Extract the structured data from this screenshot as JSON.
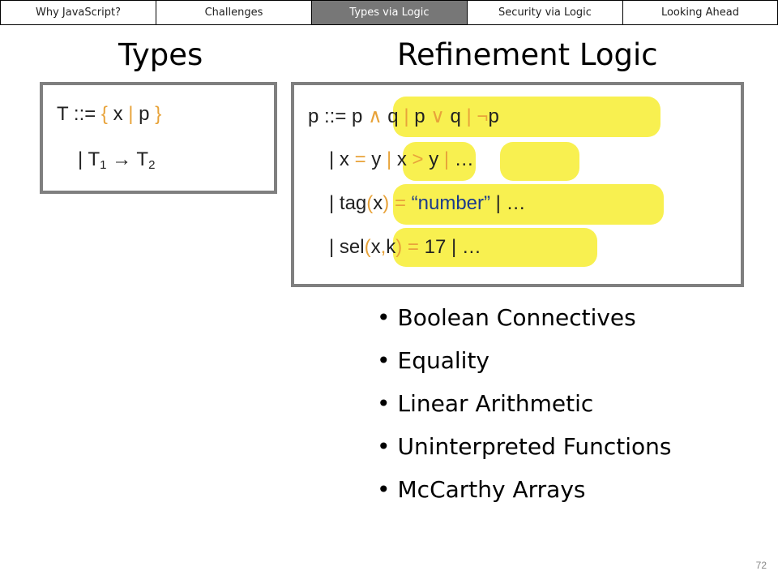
{
  "nav": {
    "tabs": [
      {
        "label": "Why JavaScript?",
        "active": false
      },
      {
        "label": "Challenges",
        "active": false
      },
      {
        "label": "Types via Logic",
        "active": true
      },
      {
        "label": "Security via Logic",
        "active": false
      },
      {
        "label": "Looking Ahead",
        "active": false
      }
    ]
  },
  "headings": {
    "types": "Types",
    "refinement_logic": "Refinement Logic"
  },
  "types_grammar": {
    "line1": [
      {
        "t": "T ::= ",
        "k": "keyword"
      },
      {
        "t": "{",
        "k": "symbol"
      },
      {
        "t": " x ",
        "k": "keyword"
      },
      {
        "t": "|",
        "k": "symbol"
      },
      {
        "t": " p ",
        "k": "keyword"
      },
      {
        "t": "}",
        "k": "symbol"
      }
    ],
    "line2": {
      "bar": "| ",
      "t1": "T",
      "sub1": "1",
      "arrow": " → ",
      "t2": "T",
      "sub2": "2"
    }
  },
  "logic_grammar": {
    "line1": [
      {
        "t": "p ::= p ",
        "k": "keyword"
      },
      {
        "t": "∧",
        "k": "symbol"
      },
      {
        "t": " q ",
        "k": "keyword"
      },
      {
        "t": "|",
        "k": "symbol"
      },
      {
        "t": " p ",
        "k": "keyword"
      },
      {
        "t": "∨",
        "k": "symbol"
      },
      {
        "t": " q ",
        "k": "keyword"
      },
      {
        "t": "|",
        "k": "symbol"
      },
      {
        "t": " ¬",
        "k": "symbol"
      },
      {
        "t": "p",
        "k": "keyword"
      }
    ],
    "line2": [
      {
        "t": "| ",
        "k": "keyword"
      },
      {
        "t": "x ",
        "k": "keyword"
      },
      {
        "t": "=",
        "k": "symbol"
      },
      {
        "t": " y ",
        "k": "keyword"
      },
      {
        "t": "|",
        "k": "symbol"
      },
      {
        "t": " x ",
        "k": "keyword"
      },
      {
        "t": ">",
        "k": "symbol"
      },
      {
        "t": " y ",
        "k": "keyword"
      },
      {
        "t": "|",
        "k": "symbol"
      },
      {
        "t": " …",
        "k": "keyword"
      }
    ],
    "line3": [
      {
        "t": "| ",
        "k": "keyword"
      },
      {
        "t": "tag",
        "k": "keyword"
      },
      {
        "t": "(",
        "k": "symbol"
      },
      {
        "t": "x",
        "k": "keyword"
      },
      {
        "t": ")",
        "k": "symbol"
      },
      {
        "t": " = ",
        "k": "symbol"
      },
      {
        "t": "“number”",
        "k": "string"
      },
      {
        "t": " | …",
        "k": "keyword"
      }
    ],
    "line4": [
      {
        "t": "| ",
        "k": "keyword"
      },
      {
        "t": "sel",
        "k": "keyword"
      },
      {
        "t": "(",
        "k": "symbol"
      },
      {
        "t": "x",
        "k": "keyword"
      },
      {
        "t": ",",
        "k": "symbol"
      },
      {
        "t": "k",
        "k": "keyword"
      },
      {
        "t": ")",
        "k": "symbol"
      },
      {
        "t": " = ",
        "k": "symbol"
      },
      {
        "t": "17 | …",
        "k": "keyword"
      }
    ]
  },
  "bullets": [
    "Boolean Connectives",
    "Equality",
    "Linear Arithmetic",
    "Uninterpreted Functions",
    "McCarthy Arrays"
  ],
  "slide_number": "72",
  "colors": {
    "active_tab": "#777777",
    "box_border": "#7f7f7f",
    "highlight": "#f8f050",
    "symbol_orange": "#e8a33a",
    "string_blue": "#1a3a8c"
  }
}
